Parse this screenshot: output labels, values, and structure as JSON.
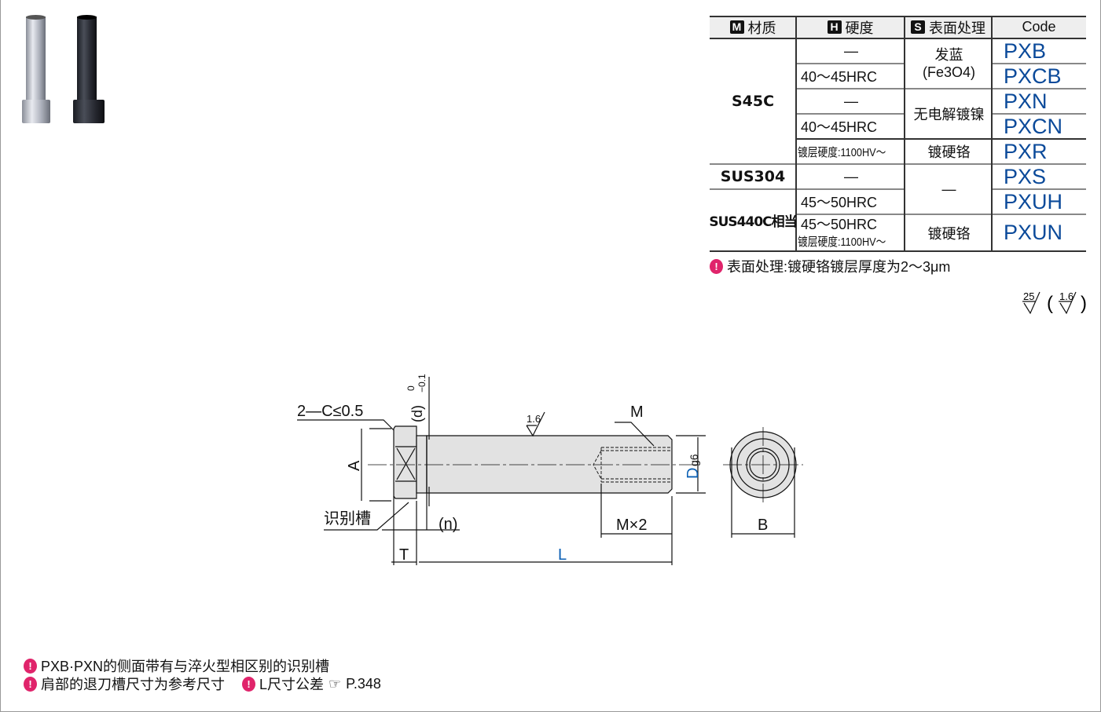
{
  "photo": {
    "alt_silver": "silver-pin-photo",
    "alt_black": "black-pin-photo"
  },
  "table": {
    "headers": [
      {
        "badge": "M",
        "label": "材质"
      },
      {
        "badge": "H",
        "label": "硬度"
      },
      {
        "badge": "S",
        "label": "表面处理"
      },
      {
        "label": "Code"
      }
    ],
    "materials": [
      "S45C",
      "SUS304",
      "SUS440C相当"
    ],
    "hardness": [
      "—",
      "40～45HRC",
      "—",
      "40～45HRC",
      "镀层硬度:1100HV～",
      "—",
      "45～50HRC",
      "45～50HRC",
      "镀层硬度:1100HV～"
    ],
    "treatments": {
      "black_oxide": "发蓝",
      "black_oxide_formula": "(Fe3O4)",
      "nickel": "无电解镀镍",
      "chrome": "镀硬铬",
      "none": "—",
      "chrome2": "镀硬铬"
    },
    "codes": [
      "PXB",
      "PXCB",
      "PXN",
      "PXCN",
      "PXR",
      "PXS",
      "PXUH",
      "PXUN"
    ],
    "note": "表面处理:镀硬铬镀层厚度为2～3μm"
  },
  "roughness": {
    "general": "25",
    "paren": "1.6"
  },
  "drawing": {
    "chamfer": "2—C≤0.5",
    "d_label": "(d)",
    "d_tol_upper": "0",
    "d_tol_lower": "−0.1",
    "surface": "1.6",
    "M": "M",
    "A": "A",
    "D": "D",
    "D_fit": "g6",
    "groove": "识别槽",
    "n": "(n)",
    "MX2": "M×2",
    "T": "T",
    "L": "L",
    "B": "B"
  },
  "footnotes": [
    "PXB·PXN的侧面带有与淬火型相区别的识别槽",
    "肩部的退刀槽尺寸为参考尺寸",
    "L尺寸公差",
    "P.348"
  ],
  "colors": {
    "code_blue": "#0b4a9a",
    "note_pink": "#e0246b",
    "dim_blue": "#0a5fb4"
  }
}
